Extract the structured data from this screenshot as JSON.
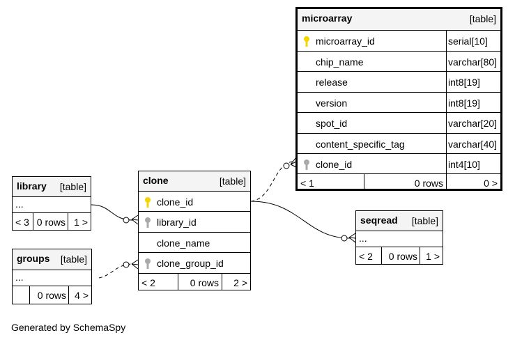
{
  "tables": {
    "microarray": {
      "name": "microarray",
      "kind": "[table]",
      "columns": [
        {
          "name": "microarray_id",
          "type": "serial[10]"
        },
        {
          "name": "chip_name",
          "type": "varchar[80]"
        },
        {
          "name": "release",
          "type": "int8[19]"
        },
        {
          "name": "version",
          "type": "int8[19]"
        },
        {
          "name": "spot_id",
          "type": "varchar[20]"
        },
        {
          "name": "content_specific_tag",
          "type": "varchar[40]"
        },
        {
          "name": "clone_id",
          "type": "int4[10]"
        }
      ],
      "footer": {
        "parents": "< 1",
        "rows": "0 rows",
        "children": "0 >"
      }
    },
    "clone": {
      "name": "clone",
      "kind": "[table]",
      "columns": [
        {
          "name": "clone_id"
        },
        {
          "name": "library_id"
        },
        {
          "name": "clone_name"
        },
        {
          "name": "clone_group_id"
        }
      ],
      "footer": {
        "parents": "< 2",
        "rows": "0 rows",
        "children": "2 >"
      }
    },
    "library": {
      "name": "library",
      "kind": "[table]",
      "ellipsis": "...",
      "footer": {
        "parents": "< 3",
        "rows": "0 rows",
        "children": "1 >"
      }
    },
    "groups": {
      "name": "groups",
      "kind": "[table]",
      "ellipsis": "...",
      "footer": {
        "parents": "",
        "rows": "0 rows",
        "children": "4 >"
      }
    },
    "seqread": {
      "name": "seqread",
      "kind": "[table]",
      "ellipsis": "...",
      "footer": {
        "parents": "< 2",
        "rows": "0 rows",
        "children": "1 >"
      }
    }
  },
  "generated_by": "Generated by SchemaSpy",
  "colors": {
    "pk_key": "#f2d600",
    "fk_key": "#aaaaaa",
    "header_bg": "#f4f4f4"
  }
}
